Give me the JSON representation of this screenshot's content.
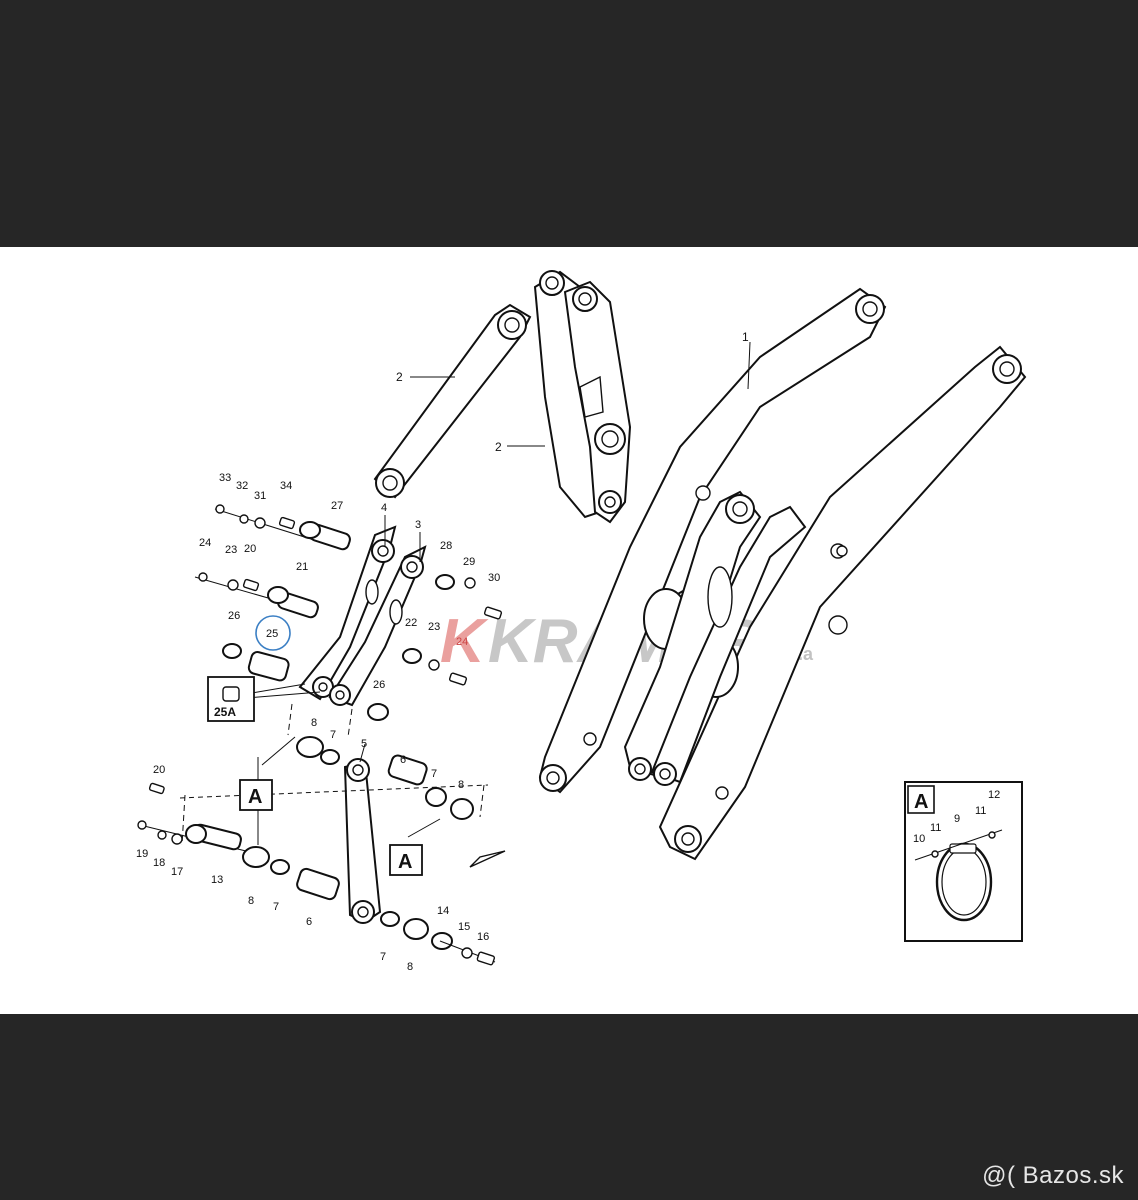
{
  "diagram": {
    "part_numbers": {
      "p1": "1",
      "p2a": "2",
      "p2b": "2",
      "p3": "3",
      "p4": "4",
      "p5": "5",
      "p6a": "6",
      "p6b": "6",
      "p7a": "7",
      "p7b": "7",
      "p7c": "7",
      "p7d": "7",
      "p8a": "8",
      "p8b": "8",
      "p8c": "8",
      "p8d": "8",
      "p9": "9",
      "p10": "10",
      "p11a": "11",
      "p11b": "11",
      "p12": "12",
      "p13": "13",
      "p14": "14",
      "p15": "15",
      "p16": "16",
      "p17": "17",
      "p18": "18",
      "p19": "19",
      "p20a": "20",
      "p20b": "20",
      "p21": "21",
      "p22": "22",
      "p23a": "23",
      "p23b": "23",
      "p24a": "24",
      "p24b": "24",
      "p25": "25",
      "p25A": "25A",
      "p26a": "26",
      "p26b": "26",
      "p27": "27",
      "p28": "28",
      "p29": "29",
      "p30": "30",
      "p31": "31",
      "p32": "32",
      "p33": "33",
      "p34": "34"
    },
    "detail_labels": {
      "a1": "A",
      "a2": "A",
      "inset": "A"
    },
    "watermark_logo": {
      "text": "KRAMER",
      "suffix": "s.a",
      "accent_color": "#d9534f"
    },
    "highlight_color": "#3b7fc4"
  },
  "footer": {
    "source": "@( Bazos.sk"
  }
}
